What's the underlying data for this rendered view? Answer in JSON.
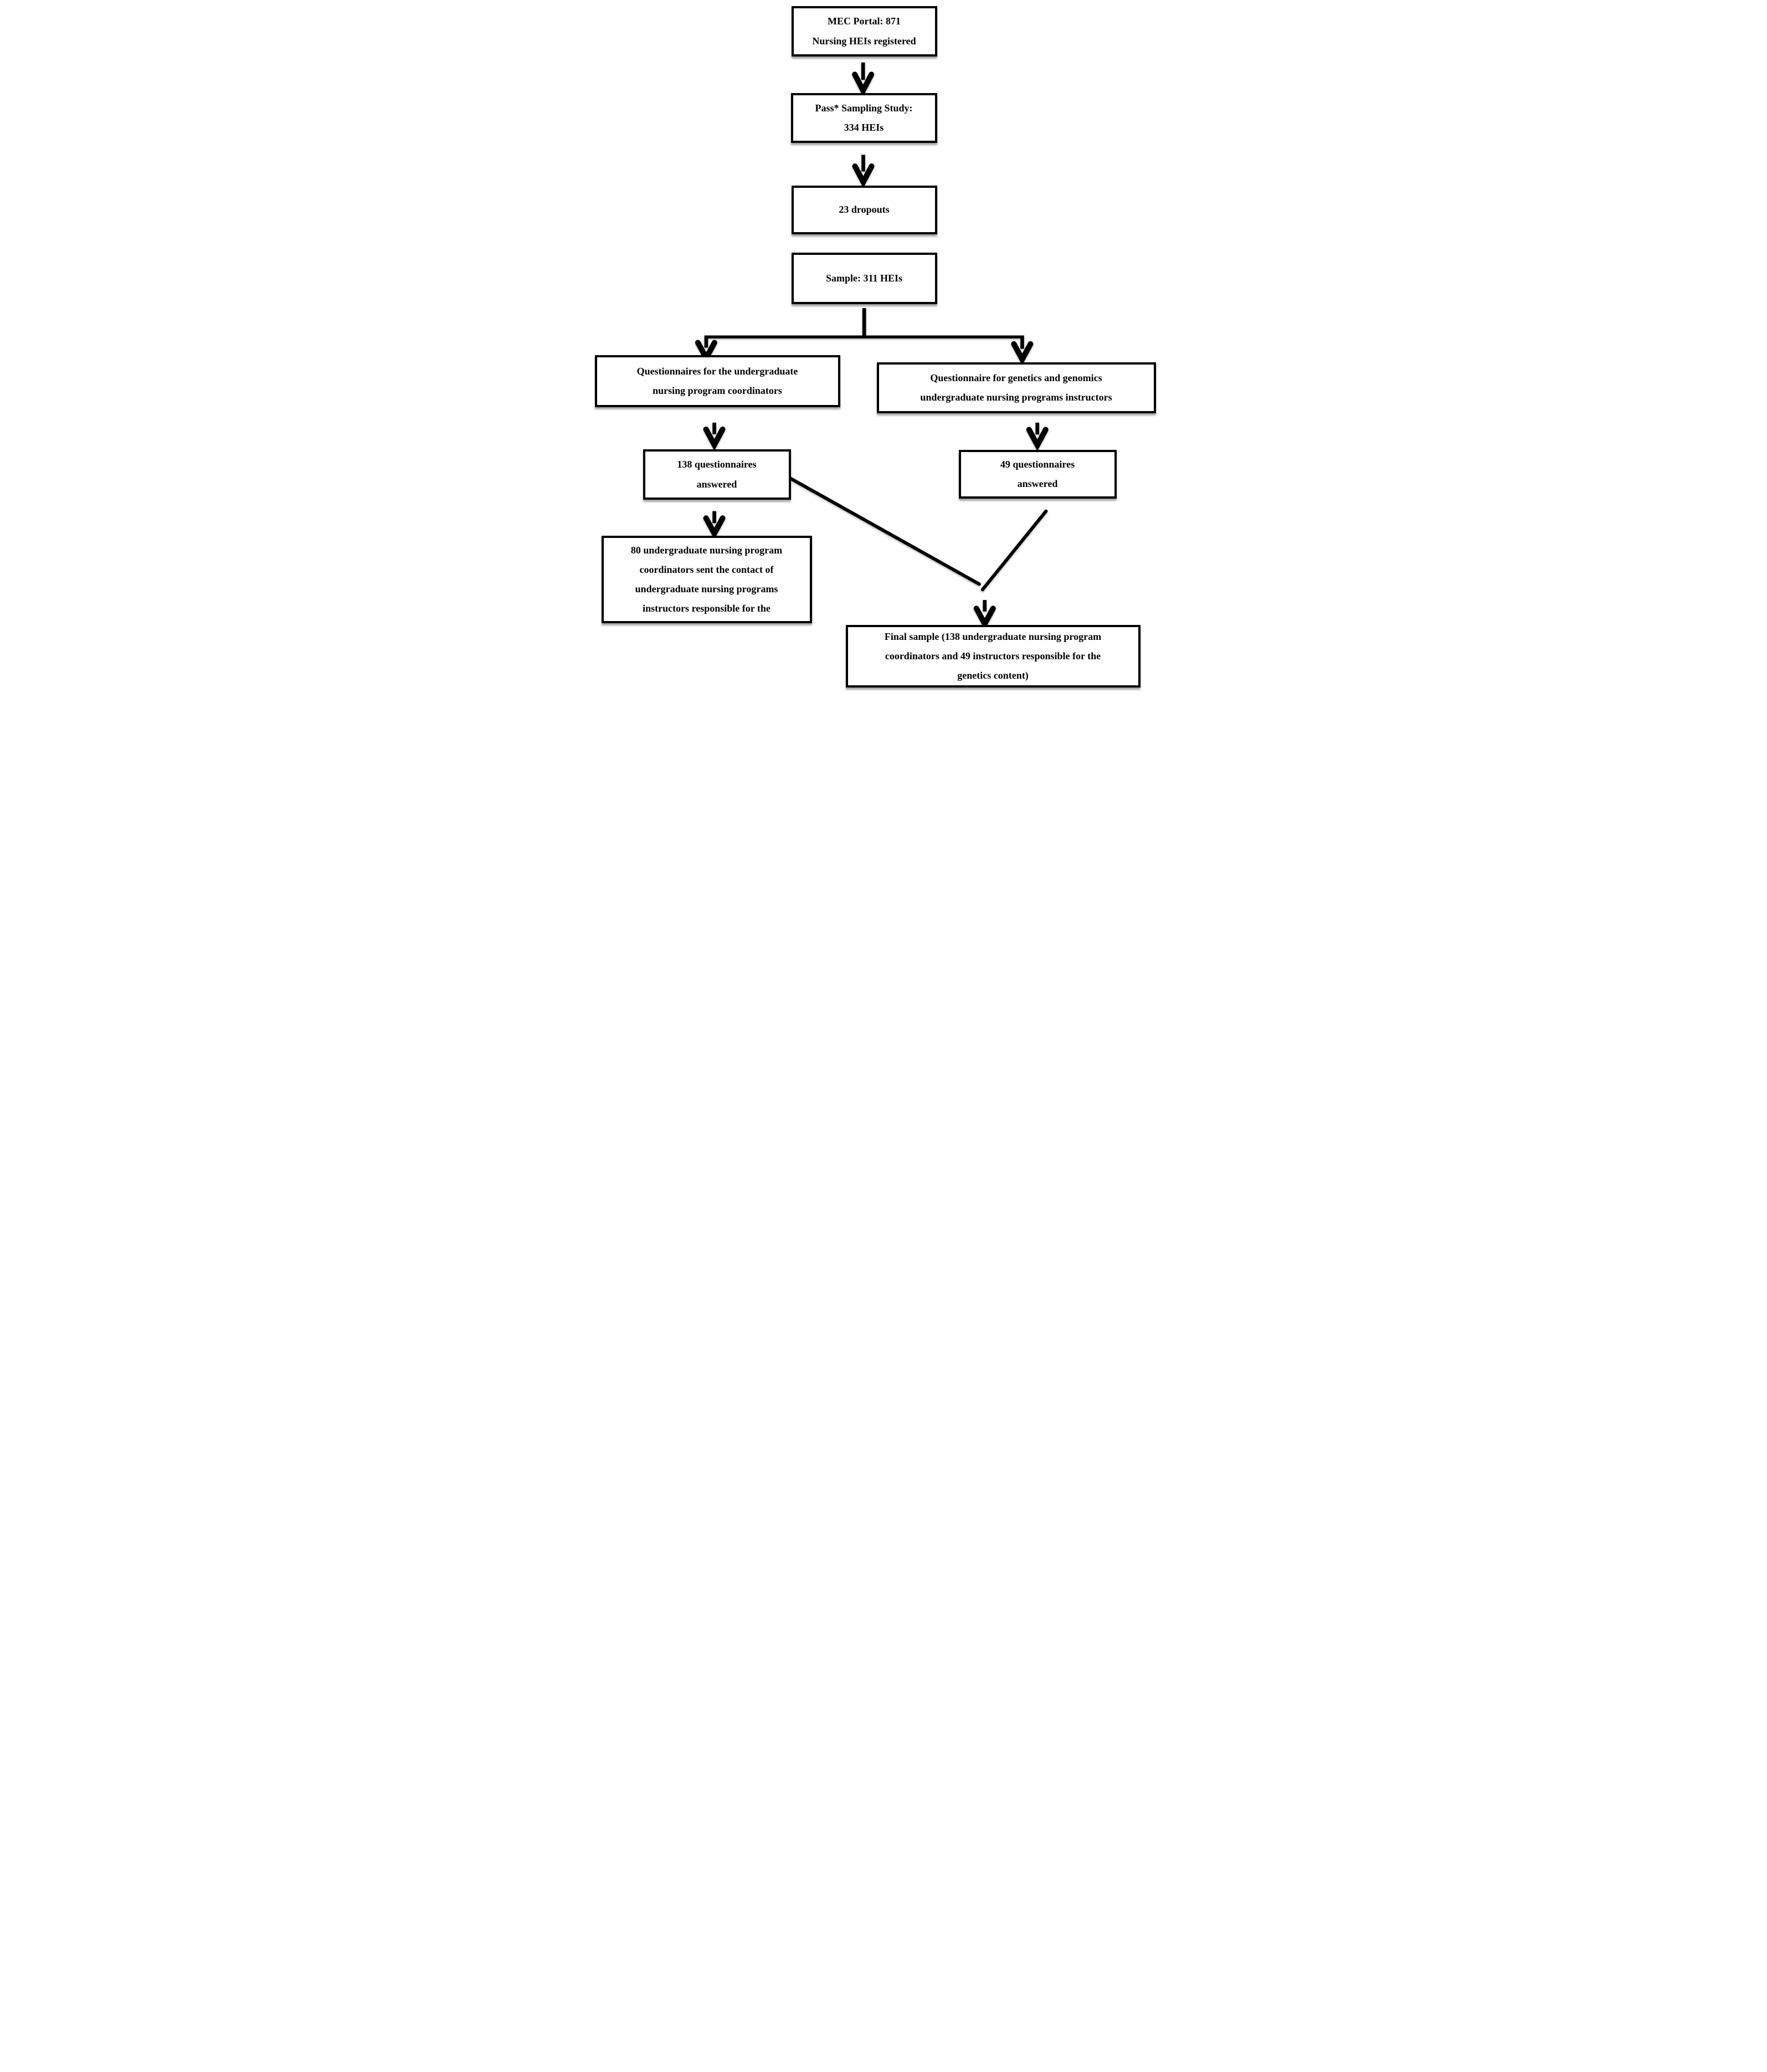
{
  "colors": {
    "ink": "#000000",
    "background": "#ffffff"
  },
  "boxes": {
    "mec": {
      "lines": [
        "MEC Portal: 871",
        "Nursing HEIs registered"
      ]
    },
    "pass": {
      "lines": [
        "Pass* Sampling Study:",
        "334 HEIs"
      ]
    },
    "dropouts": {
      "lines": [
        "23 dropouts"
      ]
    },
    "sample": {
      "lines": [
        "Sample: 311 HEIs"
      ]
    },
    "coordinators_q": {
      "lines": [
        "Questionnaires for the undergraduate",
        "nursing program coordinators"
      ]
    },
    "instructors_q": {
      "lines": [
        "Questionnaire for genetics and genomics",
        "undergraduate nursing programs instructors"
      ]
    },
    "answered_138": {
      "lines": [
        "138 questionnaires",
        "answered"
      ]
    },
    "answered_49": {
      "lines": [
        "49 questionnaires",
        "answered"
      ]
    },
    "sent_contact_80": {
      "lines": [
        "80 undergraduate nursing program",
        "coordinators sent the contact of",
        "undergraduate nursing programs",
        "instructors responsible for the"
      ]
    },
    "final_sample": {
      "lines": [
        "Final sample (138 undergraduate nursing program",
        "coordinators and 49 instructors responsible for the",
        "genetics content)"
      ]
    }
  }
}
